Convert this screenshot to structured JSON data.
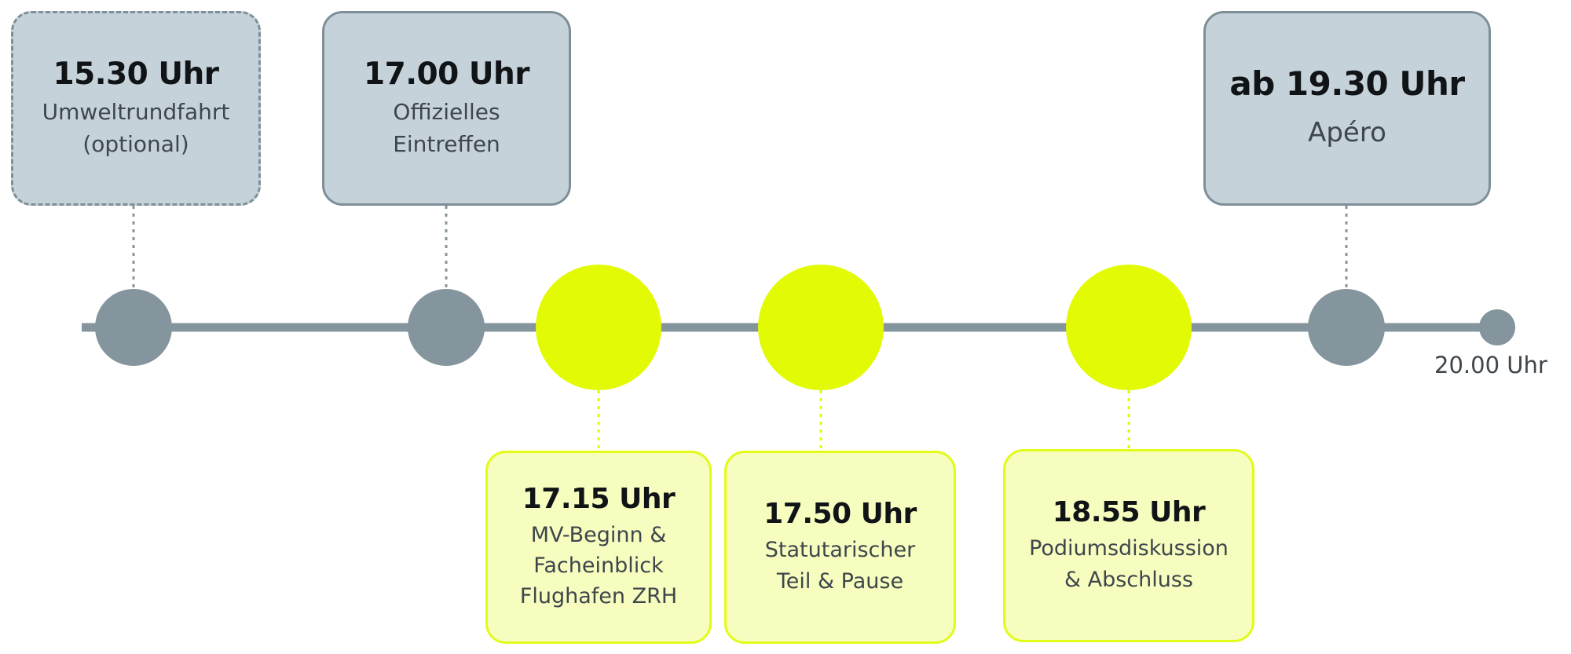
{
  "events": [
    {
      "time": "15.30 Uhr",
      "label_lines": [
        "Umweltrundfahrt",
        "(optional)"
      ]
    },
    {
      "time": "17.00 Uhr",
      "label_lines": [
        "Offizielles",
        "Eintreffen"
      ]
    },
    {
      "time": "17.15 Uhr",
      "label_lines": [
        "MV-Beginn &",
        "Facheinblick",
        "Flughafen ZRH"
      ]
    },
    {
      "time": "17.50 Uhr",
      "label_lines": [
        "Statutarischer",
        "Teil & Pause"
      ]
    },
    {
      "time": "18.55 Uhr",
      "label_lines": [
        "Podiumsdiskussion",
        "& Abschluss"
      ]
    },
    {
      "time": "ab 19.30 Uhr",
      "label_lines": [
        "Apéro"
      ]
    }
  ],
  "end": {
    "time": "20.00 Uhr"
  },
  "colors": {
    "line": "#85959d",
    "gray_node": "#85959d",
    "gray_box_fill": "#c6d2d9",
    "gray_box_border": "#7e8f98",
    "yellow_node": "#e2fb04",
    "yellow_box_fill": "#f6fdbf",
    "yellow_box_border": "#e2fb17"
  }
}
